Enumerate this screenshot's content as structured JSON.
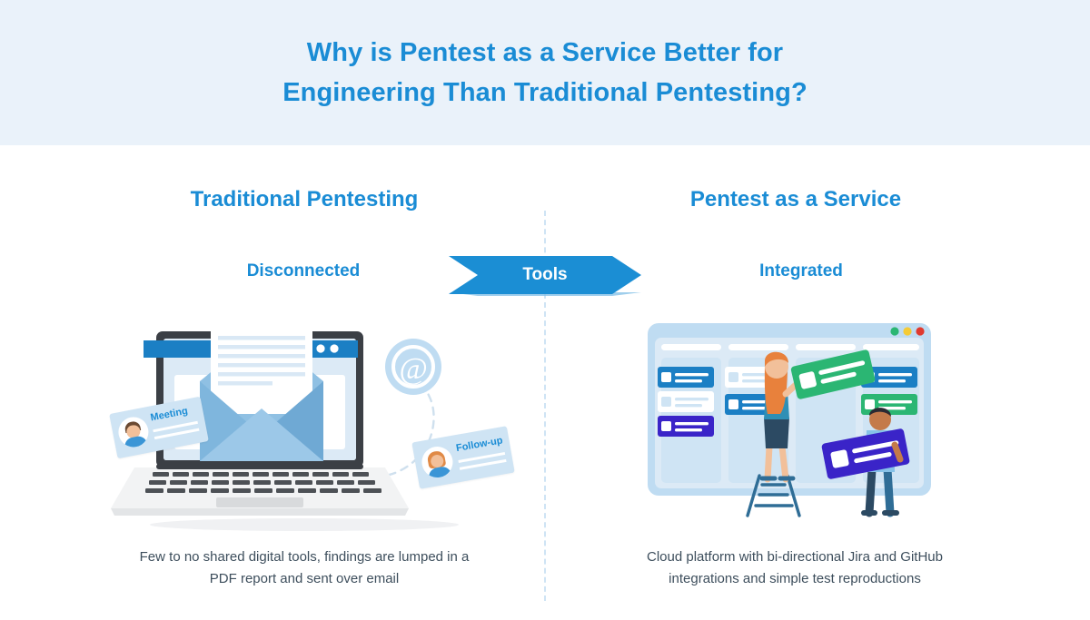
{
  "theme": {
    "header_bg": "#eaf2fa",
    "accent_blue": "#1a8cd5",
    "ribbon_blue": "#1b8ed4",
    "body_text": "#3d4e5c",
    "page_bg": "#ffffff",
    "divider": "#cfe4f4"
  },
  "header": {
    "title_line1": "Why is Pentest as a Service Better for",
    "title_line2": "Engineering Than Traditional Pentesting?"
  },
  "comparison": {
    "center_label": "Tools",
    "left": {
      "heading": "Traditional Pentesting",
      "subheading": "Disconnected",
      "caption_line1": "Few to no shared digital tools, findings are lumped in a",
      "caption_line2": "PDF report and sent over email"
    },
    "right": {
      "heading": "Pentest as a Service",
      "subheading": "Integrated",
      "caption_line1": "Cloud platform with bi-directional Jira and GitHub",
      "caption_line2": "integrations and simple test reproductions"
    }
  },
  "illustrations": {
    "left": {
      "name": "laptop-email-illustration",
      "browser_dots": 3,
      "at_symbol": "@",
      "cards": [
        {
          "label": "Meeting"
        },
        {
          "label": "Follow-up"
        }
      ]
    },
    "right": {
      "name": "kanban-board-illustration",
      "window_dots": [
        {
          "name": "green-dot",
          "color": "#2bb673"
        },
        {
          "name": "yellow-dot",
          "color": "#f5cb36"
        },
        {
          "name": "red-dot",
          "color": "#e03a2f"
        }
      ],
      "columns": 4,
      "card_colors": {
        "blue": "#1b7fc4",
        "pale": "#ffffff",
        "purple": "#3a24c8",
        "green": "#2bb673"
      },
      "figures": [
        {
          "name": "woman-on-ladder",
          "holding": "green-card"
        },
        {
          "name": "man-standing",
          "holding": "purple-card"
        }
      ]
    }
  }
}
